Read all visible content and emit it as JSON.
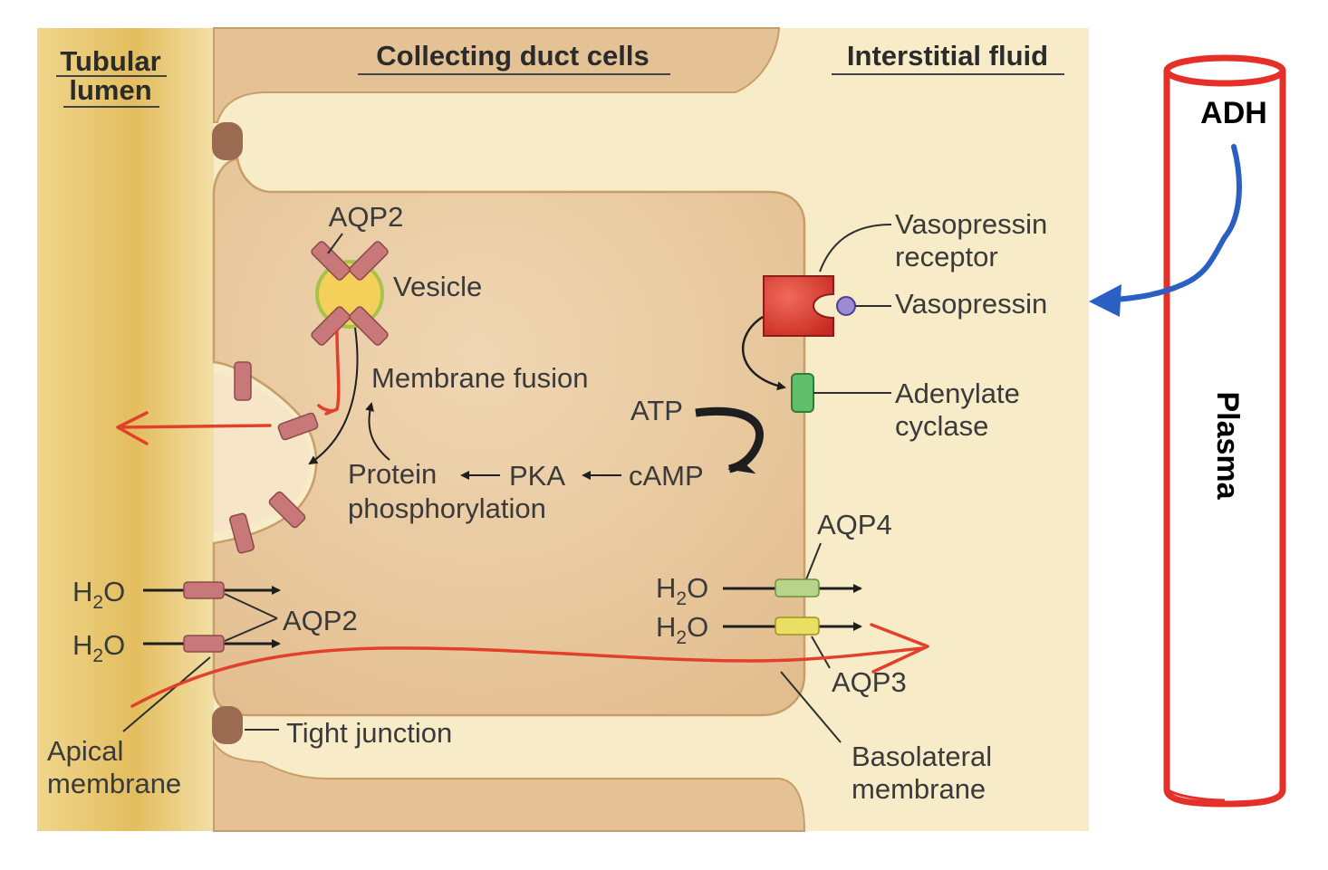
{
  "headers": {
    "tubular_lumen_line1": "Tubular",
    "tubular_lumen_line2": "lumen",
    "collecting_duct": "Collecting duct cells",
    "interstitial": "Interstitial fluid"
  },
  "labels": {
    "aqp2_top": "AQP2",
    "vesicle": "Vesicle",
    "membrane_fusion": "Membrane fusion",
    "atp": "ATP",
    "protein": "Protein",
    "phosphorylation": "phosphorylation",
    "pka": "PKA",
    "camp": "cAMP",
    "receptor_line1": "Vasopressin",
    "receptor_line2": "receptor",
    "vasopressin": "Vasopressin",
    "adenylate_line1": "Adenylate",
    "adenylate_line2": "cyclase",
    "aqp4": "AQP4",
    "aqp3": "AQP3",
    "aqp2_bottom": "AQP2",
    "h2o_h": "H",
    "h2o_sub": "2",
    "h2o_o": "O",
    "tight_junction": "Tight junction",
    "apical_line1": "Apical",
    "apical_line2": "membrane",
    "basolateral_line1": "Basolateral",
    "basolateral_line2": "membrane"
  },
  "plasma": {
    "adh": "ADH",
    "label": "Plasma"
  },
  "colors": {
    "background_fluid": "#f8ecc8",
    "lumen_gold": "#e9c96f",
    "cell_fill": "#e5c296",
    "cell_edge": "#c79e6a",
    "aqp2_channel": "#c9787a",
    "receptor_red": "#d4372c",
    "vasopressin_purple": "#9b8ad6",
    "adenylate_green": "#5fbf6a",
    "aqp4_green": "#b7d48a",
    "aqp3_yellow": "#e9df62",
    "annotation_red": "#e2402b",
    "annotation_blue": "#2a5fc4",
    "plasma_tube_red": "#e5302a"
  }
}
